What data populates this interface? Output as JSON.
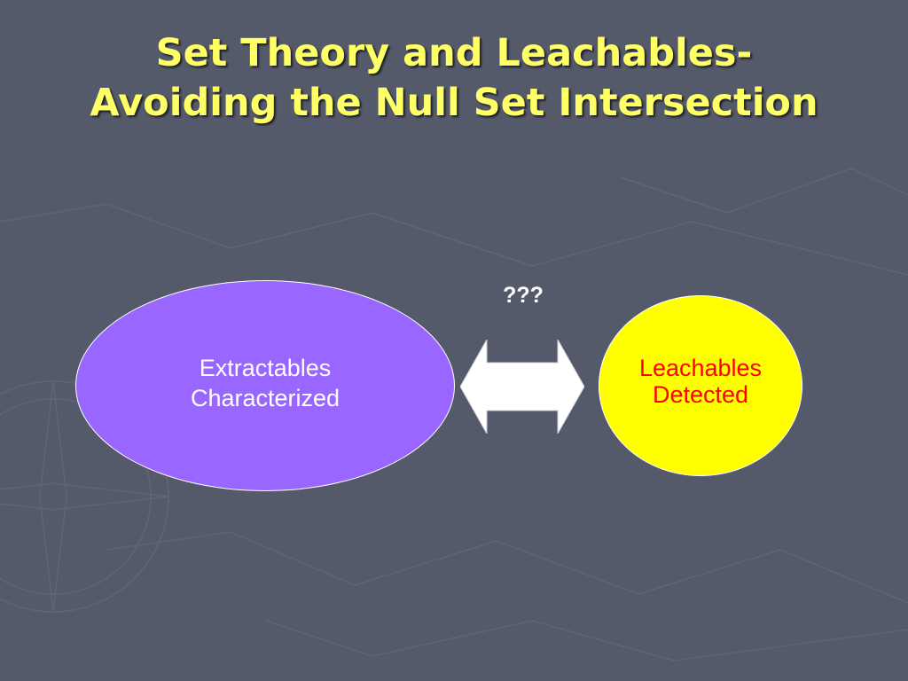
{
  "slide": {
    "title_line1": "Set Theory and Leachables-",
    "title_line2": "Avoiding the Null Set Intersection"
  },
  "diagram": {
    "left_shape": {
      "line1": "Extractables",
      "line2": "Characterized",
      "fill": "#9966ff",
      "text_color": "#ffffff"
    },
    "right_shape": {
      "line1": "Leachables",
      "line2": "Detected",
      "fill": "#ffff00",
      "text_color": "#ff0000"
    },
    "connector_label": "???",
    "connector_icon": "double-headed-arrow",
    "connector_fill": "#ffffff"
  },
  "colors": {
    "background": "#555a6a",
    "title": "#ffff66"
  }
}
